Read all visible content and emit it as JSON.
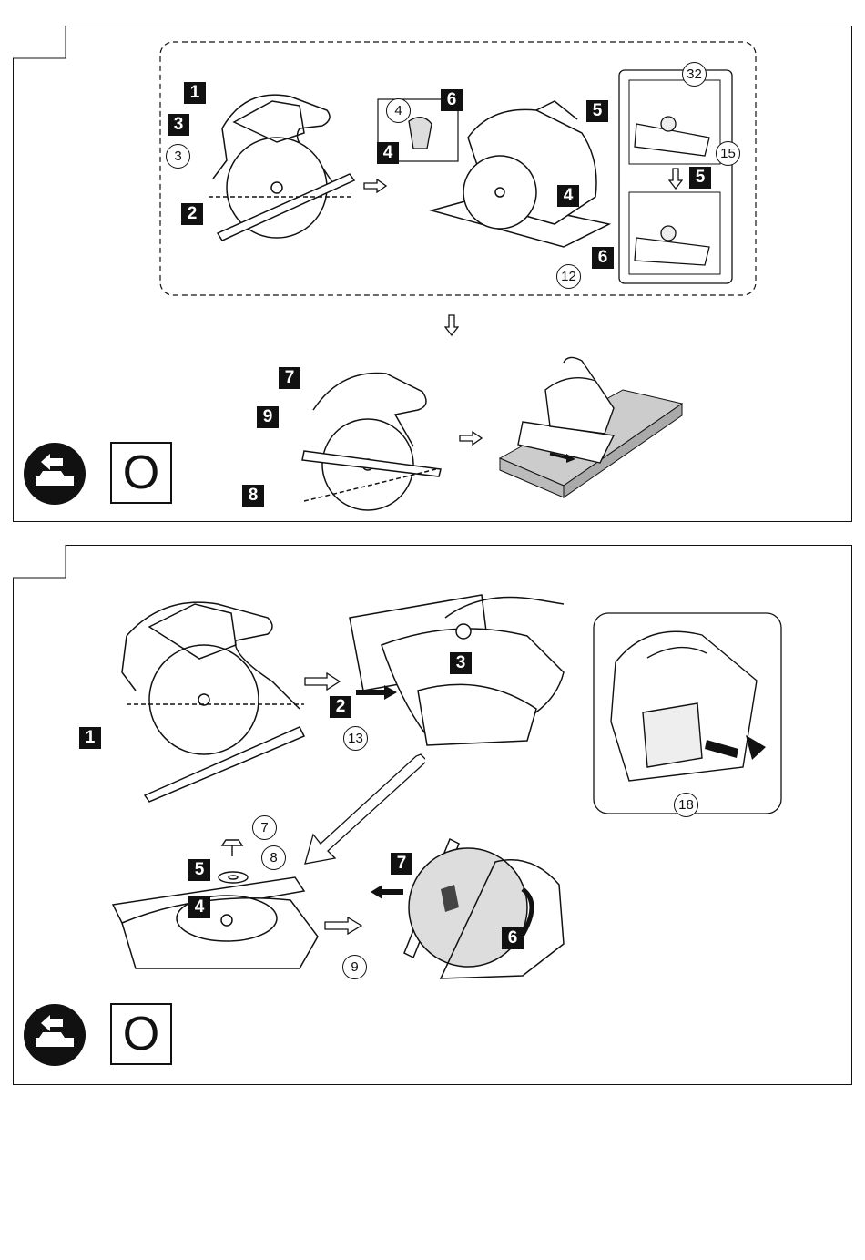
{
  "top_panel": {
    "step_labels": [
      "1",
      "2",
      "3",
      "4",
      "4",
      "5",
      "5",
      "6",
      "6",
      "7",
      "8",
      "9"
    ],
    "callouts": [
      "3",
      "4",
      "12",
      "15",
      "32"
    ],
    "zero_symbol": "O"
  },
  "bottom_panel": {
    "step_labels": [
      "1",
      "2",
      "3",
      "4",
      "5",
      "6",
      "7"
    ],
    "callouts": [
      "7",
      "8",
      "9",
      "13",
      "18"
    ],
    "zero_symbol": "O"
  },
  "icons": {
    "battery_remove": "battery-remove-icon",
    "arrow_next": "hollow-arrow-icon"
  }
}
